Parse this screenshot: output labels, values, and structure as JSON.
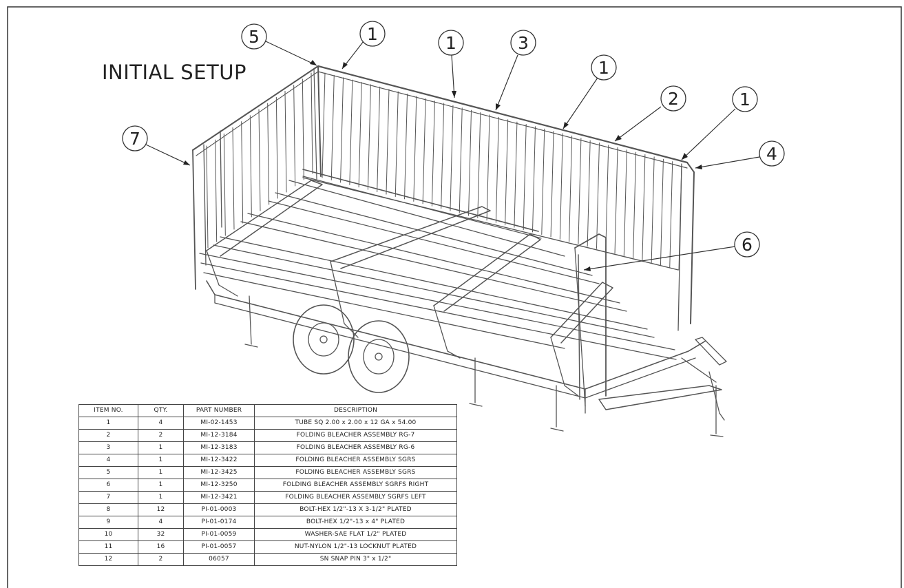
{
  "title": "INITIAL SETUP",
  "balloons": [
    "1",
    "1",
    "1",
    "1",
    "2",
    "3",
    "4",
    "5",
    "6",
    "7"
  ],
  "bom": {
    "headers": [
      "ITEM NO.",
      "QTY.",
      "PART NUMBER",
      "DESCRIPTION"
    ],
    "rows": [
      [
        "1",
        "4",
        "MI-02-1453",
        "TUBE SQ 2.00 x 2.00 x 12 GA x 54.00"
      ],
      [
        "2",
        "2",
        "MI-12-3184",
        "FOLDING BLEACHER ASSEMBLY RG-7"
      ],
      [
        "3",
        "1",
        "MI-12-3183",
        "FOLDING BLEACHER ASSEMBLY RG-6"
      ],
      [
        "4",
        "1",
        "MI-12-3422",
        "FOLDING BLEACHER ASSEMBLY SGRS"
      ],
      [
        "5",
        "1",
        "MI-12-3425",
        "FOLDING BLEACHER ASSEMBLY SGRS"
      ],
      [
        "6",
        "1",
        "MI-12-3250",
        "FOLDING BLEACHER ASSEMBLY SGRFS RIGHT"
      ],
      [
        "7",
        "1",
        "MI-12-3421",
        "FOLDING BLEACHER ASSEMBLY SGRFS LEFT"
      ],
      [
        "8",
        "12",
        "PI-01-0003",
        "BOLT-HEX 1/2\"-13 X 3-1/2\" PLATED"
      ],
      [
        "9",
        "4",
        "PI-01-0174",
        "BOLT-HEX 1/2\"-13 x 4\" PLATED"
      ],
      [
        "10",
        "32",
        "PI-01-0059",
        "WASHER-SAE FLAT 1/2\" PLATED"
      ],
      [
        "11",
        "16",
        "PI-01-0057",
        "NUT-NYLON 1/2\"-13 LOCKNUT PLATED"
      ],
      [
        "12",
        "2",
        "06057",
        "SN SNAP PIN 3\" x 1/2\""
      ]
    ]
  }
}
